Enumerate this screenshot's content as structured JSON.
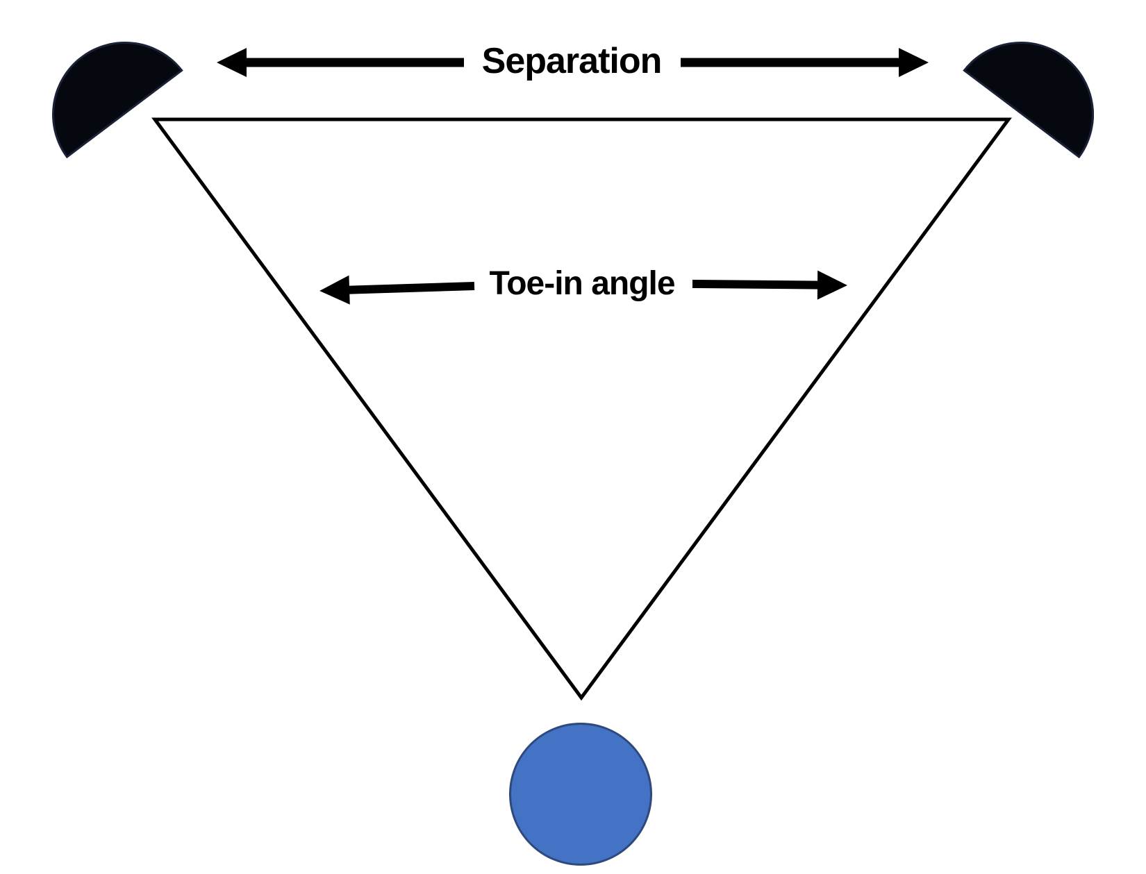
{
  "labels": {
    "separation": "Separation",
    "toe_in_angle": "Toe-in angle"
  },
  "icons": {
    "left_speaker": "speaker-top-view-icon",
    "right_speaker": "speaker-top-view-icon",
    "listener": "listening-position-icon",
    "separation_arrows": "double-headed-arrow",
    "toe_in_arrows": "double-headed-arrow"
  },
  "colors": {
    "background": "#ffffff",
    "stroke": "#000000",
    "speaker": "#06080f",
    "speaker_outline": "#1b2238",
    "listener": "#4472c4",
    "listener_outline": "#2e4a7d"
  }
}
